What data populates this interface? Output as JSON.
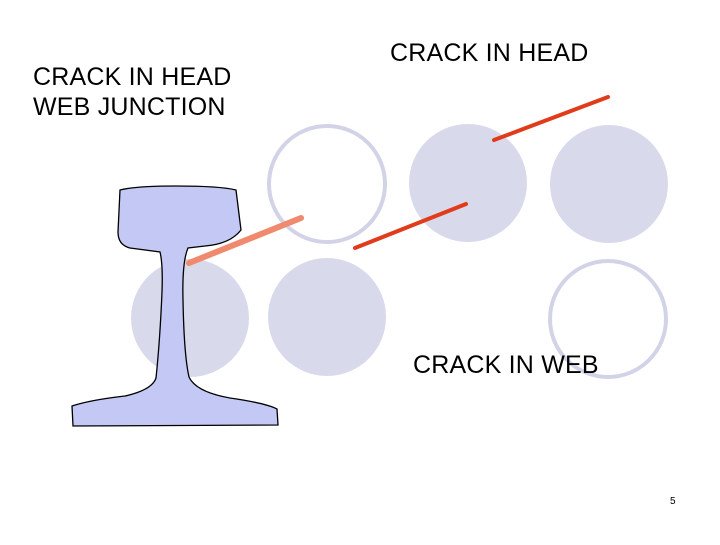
{
  "slide": {
    "labels": {
      "head_web_junction_line1": "CRACK IN HEAD",
      "head_web_junction_line2": "WEB JUNCTION",
      "head": "CRACK IN HEAD",
      "web": "CRACK IN WEB"
    },
    "page_number": "5"
  },
  "colors": {
    "circle_fill": "#d9d9ec",
    "circle_outline": "#d3d3e8",
    "rail_fill": "#c4c8f4",
    "rail_stroke": "#000000",
    "crack_red": "#e03c1c",
    "crack_faded": "#f08a6e"
  }
}
